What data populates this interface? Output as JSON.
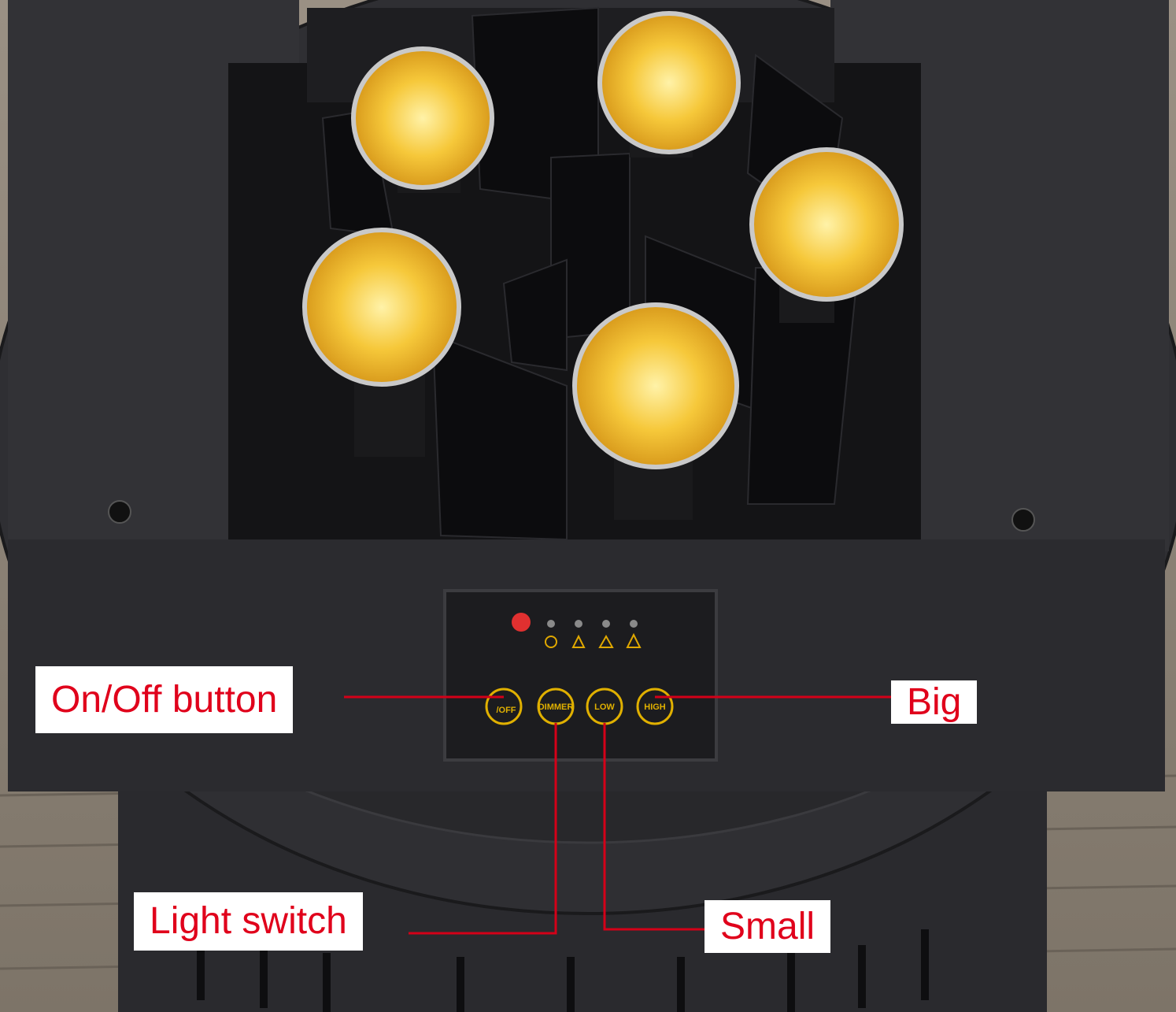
{
  "control_panel": {
    "buttons": [
      {
        "label": "/OFF",
        "icon": "power-icon"
      },
      {
        "label": "DIMMER",
        "icon": "dimmer-icon"
      },
      {
        "label": "LOW",
        "icon": "low-flame-icon"
      },
      {
        "label": "HIGH",
        "icon": "high-flame-icon"
      }
    ],
    "indicator_colors": {
      "power": "#e03030",
      "off": "#8a8a8a",
      "symbol": "#e0a800"
    }
  },
  "callouts": {
    "on_off": "On/Off button",
    "big": "Big",
    "light_switch": "Light switch",
    "small": "Small"
  },
  "colors": {
    "callout_text": "#e0001b",
    "leader_line": "#d40018",
    "housing": "#26262a",
    "bulb": "#f5c53a"
  }
}
